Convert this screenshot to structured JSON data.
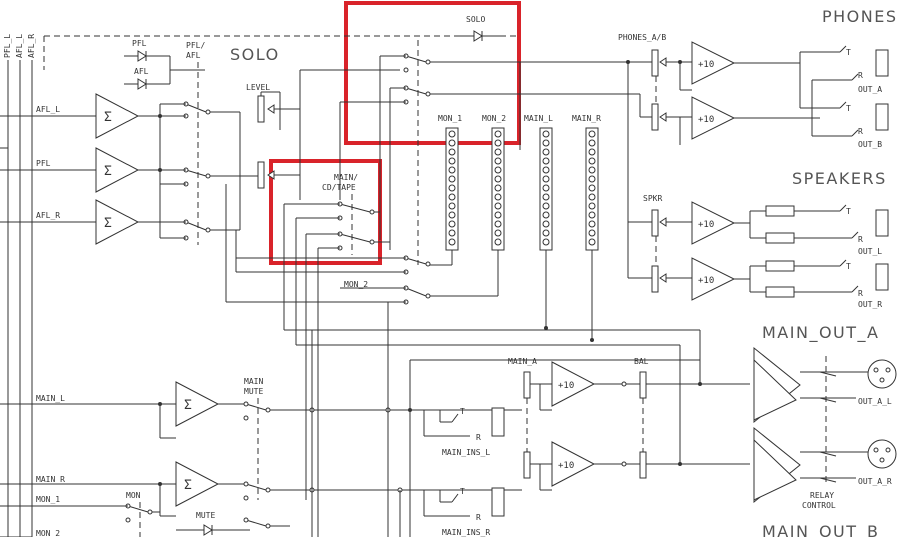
{
  "sections": {
    "solo": "SOLO",
    "phones": "PHONES",
    "speakers": "SPEAKERS",
    "main_out_a": "MAIN_OUT_A",
    "main_out_b": "MAIN_OUT_B"
  },
  "bus_labels": {
    "pfl_l": "PFL_L",
    "afl_l": "AFL_L",
    "afl_r": "AFL_R"
  },
  "labels": {
    "solo_small": "SOLO",
    "pfl": "PFL",
    "afl": "AFL",
    "pfl_afl_1": "PFL/",
    "pfl_afl_2": "AFL",
    "level": "LEVEL",
    "afl_l": "AFL_L",
    "pfl_in": "PFL",
    "afl_r": "AFL_R",
    "main_cd_1": "MAIN/",
    "main_cd_2": "CD/TAPE",
    "mon_1": "MON_1",
    "mon_2": "MON_2",
    "main_l": "MAIN_L",
    "main_r": "MAIN_R",
    "mon_2_in": "MON_2",
    "phones_ab": "PHONES_A/B",
    "spkr": "SPKR",
    "main_l_in": "MAIN_L",
    "main_r_in": "MAIN_R",
    "mon_1_in": "MON_1",
    "mon_2_in2": "MON_2",
    "main_mute_1": "MAIN",
    "main_mute_2": "MUTE",
    "mon": "MON",
    "mute": "MUTE",
    "main_a": "MAIN_A",
    "bal": "BAL",
    "main_ins_l": "MAIN_INS_L",
    "main_ins_r": "MAIN_INS_R",
    "relay_1": "RELAY",
    "relay_2": "CONTROL"
  },
  "amps": {
    "phones_a_gain": "+10",
    "phones_b_gain": "+10",
    "spkr_l_gain": "+10",
    "spkr_r_gain": "+10",
    "main_a_gain": "+10",
    "main_b_gain": "+10",
    "sum": "Σ"
  },
  "jacks": {
    "tip": "T",
    "ring": "R",
    "out_a": "OUT_A",
    "out_b": "OUT_B",
    "out_l": "OUT_L",
    "out_r": "OUT_R",
    "out_a_l": "OUT_A_L",
    "out_a_r": "OUT_A_R"
  },
  "highlight_color": "#d9232a"
}
